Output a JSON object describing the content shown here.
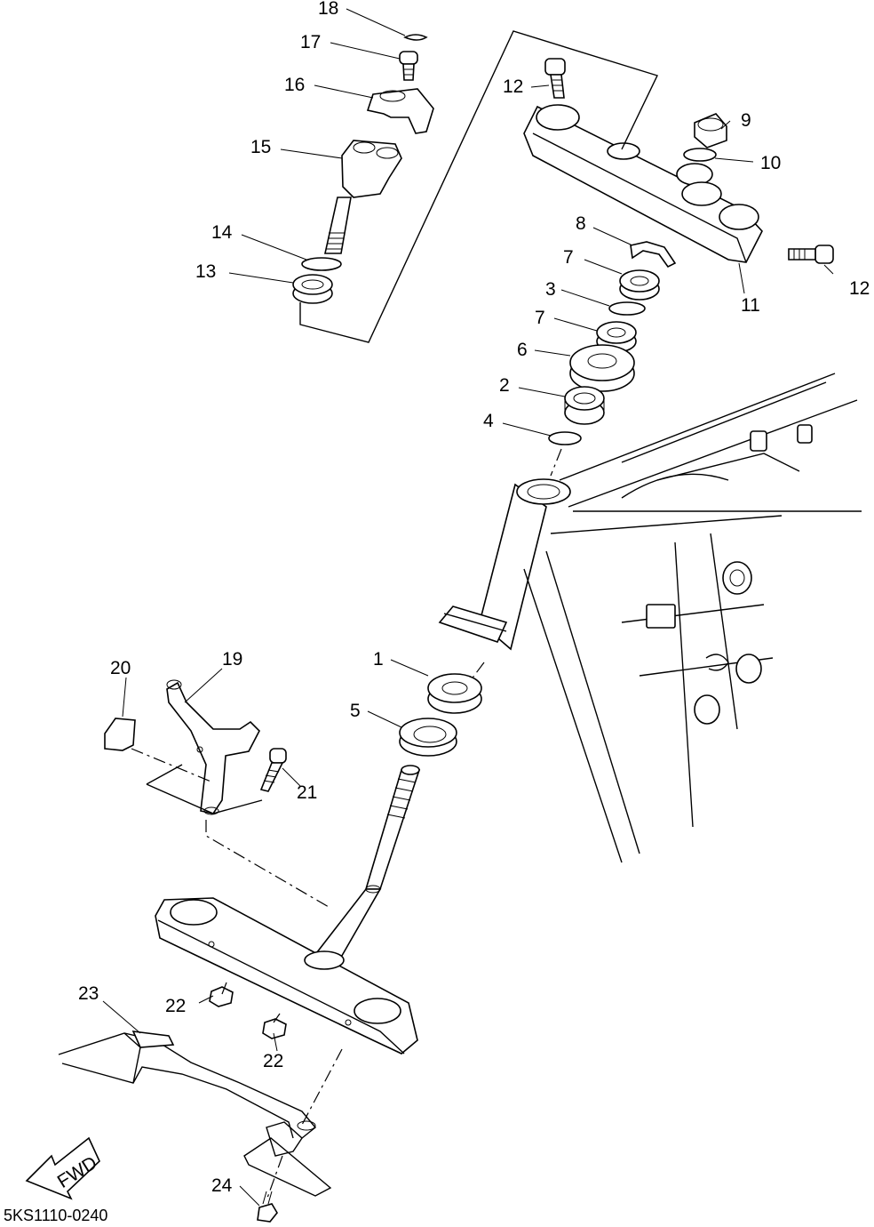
{
  "diagram_code": "5KS1110-0240",
  "fwd_label": "FWD",
  "callouts": {
    "c1": "1",
    "c2": "2",
    "c3": "3",
    "c4": "4",
    "c5": "5",
    "c6": "6",
    "c7a": "7",
    "c7b": "7",
    "c8": "8",
    "c9": "9",
    "c10": "10",
    "c11": "11",
    "c12a": "12",
    "c12b": "12",
    "c13": "13",
    "c14": "14",
    "c15": "15",
    "c16": "16",
    "c17": "17",
    "c18": "18",
    "c19": "19",
    "c20": "20",
    "c21": "21",
    "c22a": "22",
    "c22b": "22",
    "c23": "23",
    "c24": "24"
  }
}
